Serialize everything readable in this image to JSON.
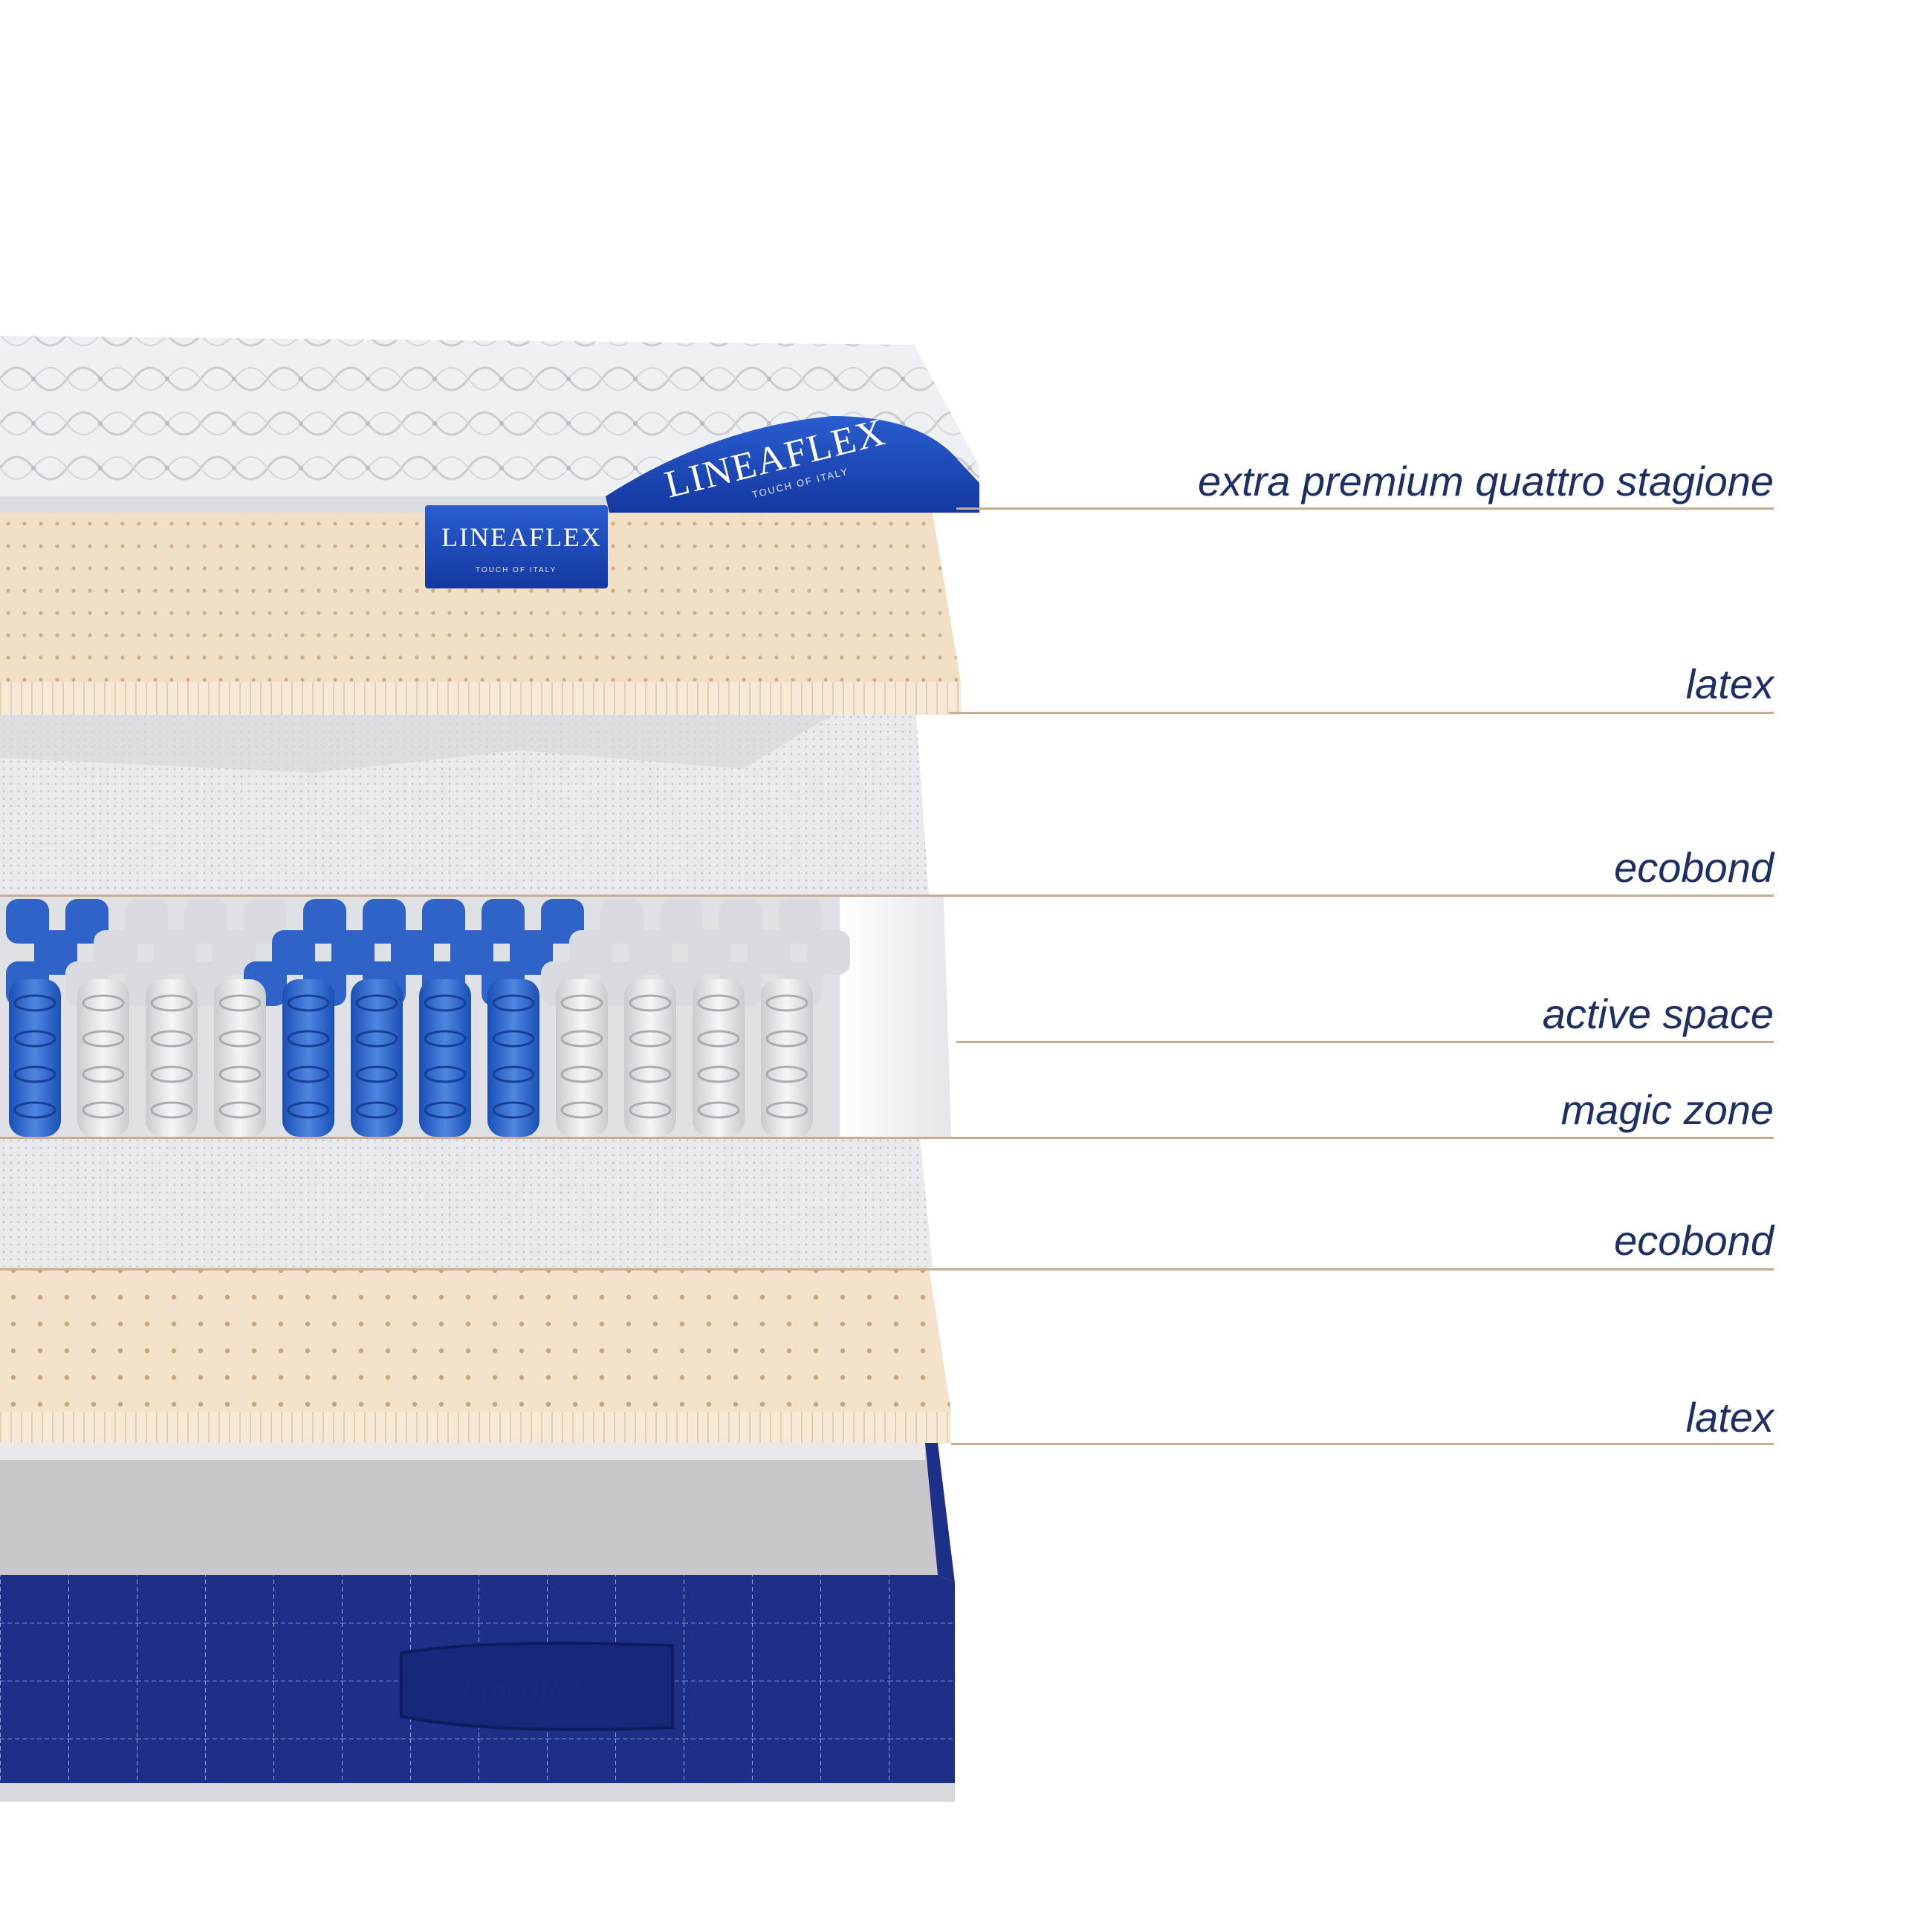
{
  "brand": {
    "name": "LINEAFLEX",
    "tagline": "TOUCH OF ITALY",
    "embossed_name": "Lineaflex",
    "colors": {
      "navy": "#1e2f63",
      "royal_blue": "#1f4fb8",
      "latex": "#f0dcc0",
      "leader_line": "#c7ae93",
      "cover_white": "#eceef1",
      "base_fabric": "#1d2f86"
    }
  },
  "layers": [
    {
      "id": "topper",
      "label": "extra premium quattro stagione"
    },
    {
      "id": "latex-top",
      "label": "latex"
    },
    {
      "id": "ecobond-top",
      "label": "ecobond"
    },
    {
      "id": "active-space",
      "label": "active space"
    },
    {
      "id": "magic-zone",
      "label": "magic zone"
    },
    {
      "id": "ecobond-bottom",
      "label": "ecobond"
    },
    {
      "id": "latex-bottom",
      "label": "latex"
    }
  ]
}
